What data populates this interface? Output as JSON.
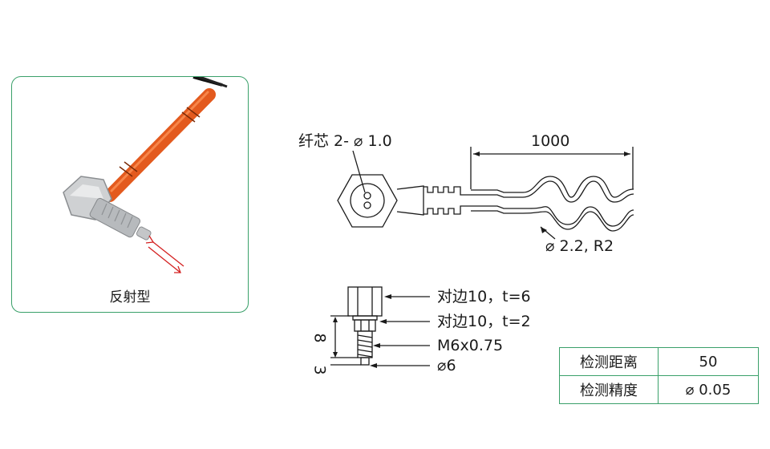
{
  "photo": {
    "caption": "反射型"
  },
  "front_view": {
    "core_label": "纤芯 2- ⌀ 1.0",
    "length_dim": "1000",
    "cable_label": "⌀ 2.2, R2"
  },
  "side_view": {
    "callouts": [
      "对边10，t=6",
      "对边10，t=2",
      "M6x0.75",
      "⌀6"
    ],
    "dim_upper": "8",
    "dim_lower": "3"
  },
  "spec_table": {
    "rows": [
      {
        "label": "检测距离",
        "value": "50"
      },
      {
        "label": "检测精度",
        "value": "⌀ 0.05"
      }
    ]
  },
  "colors": {
    "frame": "#3aa06a",
    "cable": "#e35a1e",
    "beam": "#d42020"
  }
}
